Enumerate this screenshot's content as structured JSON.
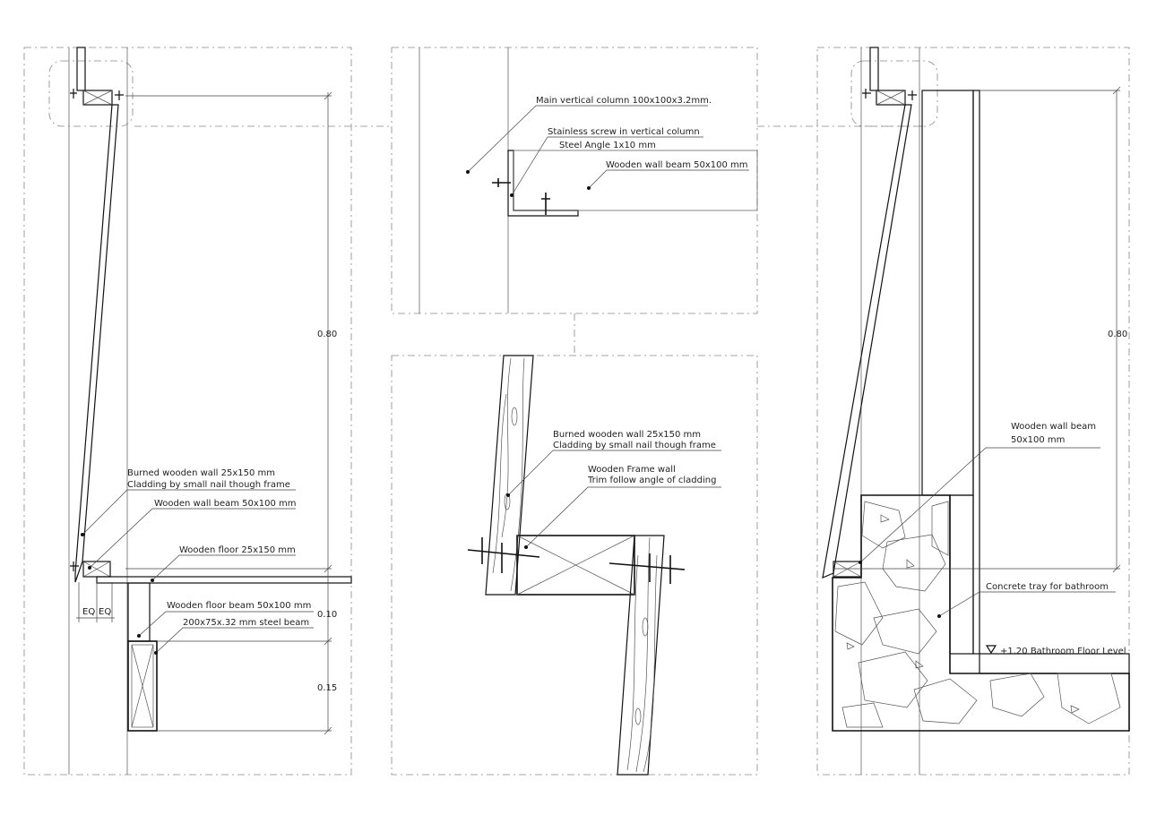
{
  "colors": {
    "line": "#111111",
    "dash": "#888888",
    "background": "#ffffff"
  },
  "left": {
    "labels": {
      "burned_wall_1": "Burned wooden wall 25x150 mm",
      "burned_wall_2": "Cladding by small nail though frame",
      "wall_beam": "Wooden wall beam 50x100 mm",
      "floor": "Wooden floor 25x150 mm",
      "floor_beam": "Wooden floor beam 50x100 mm",
      "steel_beam": "200x75x.32 mm steel beam"
    },
    "dims": {
      "d080": "0.80",
      "d010": "0.10",
      "d015": "0.15",
      "eq1": "EQ",
      "eq2": "EQ"
    }
  },
  "top_center": {
    "labels": {
      "column": "Main vertical column 100x100x3.2mm.",
      "screw": "Stainless screw in vertical column",
      "angle": "Steel Angle 1x10 mm",
      "beam": "Wooden wall beam 50x100 mm"
    }
  },
  "bottom_center": {
    "labels": {
      "burned_1": "Burned wooden wall 25x150 mm",
      "burned_2": "Cladding by small nail though frame",
      "frame_1": "Wooden Frame wall",
      "frame_2": "Trim follow angle of cladding"
    }
  },
  "right": {
    "labels": {
      "beam_1": "Wooden wall beam",
      "beam_2": "50x100 mm",
      "tray": "Concrete tray for bathroom",
      "level": "+1.20 Bathroom Floor Level"
    },
    "dims": {
      "d080": "0.80"
    }
  }
}
